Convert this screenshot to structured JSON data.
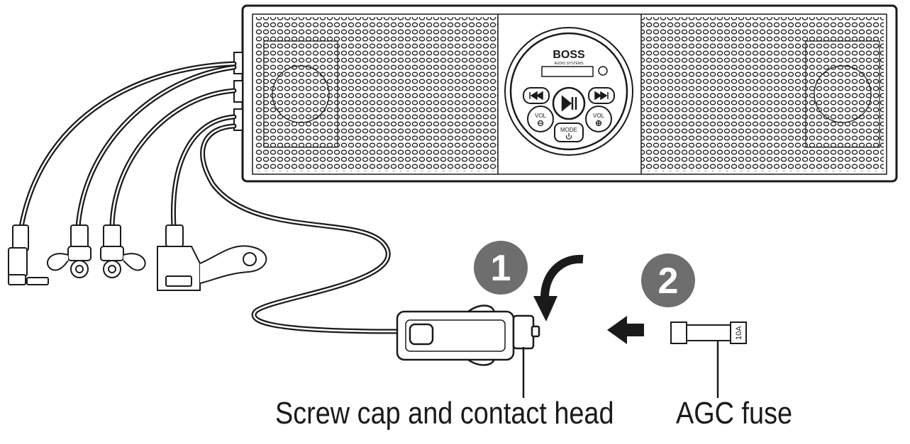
{
  "device": {
    "brand": "BOSS",
    "brand_sub": "AUDIO SYSTEMS",
    "buttons": {
      "vol_left": "VOL",
      "vol_right": "VOL",
      "mode": "MODE"
    }
  },
  "steps": [
    {
      "number": "1"
    },
    {
      "number": "2"
    }
  ],
  "fuse": {
    "rating": "10A"
  },
  "labels": {
    "cap": "Screw cap and contact head",
    "fuse": "AGC fuse"
  },
  "colors": {
    "line": "#1a1a1a",
    "step_badge": "#6e6e6e",
    "background": "#ffffff"
  },
  "icons": [
    "prev-track-icon",
    "play-pause-icon",
    "next-track-icon",
    "volume-down-icon",
    "volume-up-icon",
    "power-icon",
    "usb-icon"
  ]
}
